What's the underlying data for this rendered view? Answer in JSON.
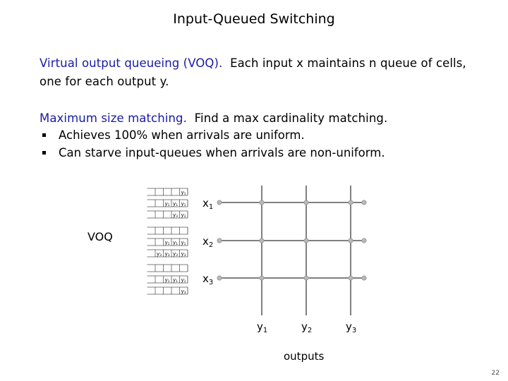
{
  "title": "Input-Queued Switching",
  "voq_para": {
    "lead": "Virtual output queueing (VOQ).",
    "rest1": "  Each input x maintains n queue of cells,",
    "rest2": "one for each output y."
  },
  "msm_para": {
    "lead": "Maximum size matching.",
    "rest": "  Find a max cardinality matching."
  },
  "bullets": [
    "Achieves 100% when arrivals are uniform.",
    "Can starve input-queues when arrivals are non-uniform."
  ],
  "diagram": {
    "voq_label": "VOQ",
    "outputs_label": "outputs",
    "inputs": [
      {
        "label": "x",
        "sub": "1",
        "queues": [
          [
            "y1"
          ],
          [
            "y1",
            "y1",
            "y1"
          ],
          [
            "y3",
            "y3"
          ]
        ]
      },
      {
        "label": "x",
        "sub": "2",
        "queues": [
          [],
          [
            "y1",
            "y1",
            "y1"
          ],
          [
            "y3",
            "y3",
            "y3",
            "y3"
          ]
        ]
      },
      {
        "label": "x",
        "sub": "3",
        "queues": [
          [],
          [
            "y1",
            "y1",
            "y1"
          ],
          [
            "y3"
          ]
        ]
      }
    ],
    "outputs": [
      {
        "label": "y",
        "sub": "1"
      },
      {
        "label": "y",
        "sub": "2"
      },
      {
        "label": "y",
        "sub": "3"
      }
    ]
  },
  "page_number": "22",
  "colors": {
    "lead_text": "#1a1aa6",
    "node": "#b8b8b8",
    "line": "#000000"
  }
}
